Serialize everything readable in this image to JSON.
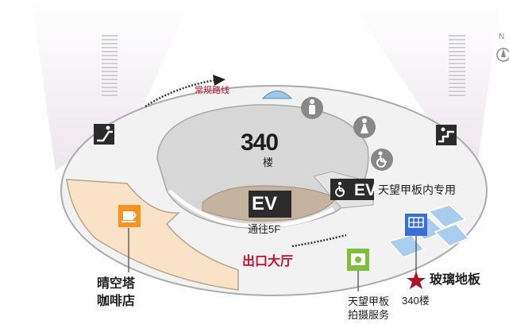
{
  "floor": {
    "number": "340",
    "unit": "楼"
  },
  "route": {
    "label": "常规路线"
  },
  "elevator": {
    "label": "EV",
    "destination": "通往5F"
  },
  "exit": {
    "label": "出口大厅"
  },
  "cafe": {
    "label": "晴空塔咖啡店"
  },
  "private_elevator": {
    "tag": "EV",
    "label": "天望甲板内专用"
  },
  "glass_floor": {
    "label": "玻璃地板",
    "floor": "340楼"
  },
  "photo_service": {
    "label": "天望甲板拍摄服务"
  },
  "compass": {
    "label": "N"
  },
  "icons": [
    "escalator-icon",
    "stairs-icon",
    "male-restroom-icon",
    "female-restroom-icon",
    "wheelchair-icon",
    "cafe-cup-icon",
    "camera-icon",
    "glass-floor-icon",
    "star-icon",
    "arrow-icon",
    "compass-icon"
  ],
  "colors": {
    "accent": "#c8102e",
    "cafe": "#f7931e",
    "camera": "#7bbf3a",
    "glass": "#3a6fd8",
    "ev": "#2b2b2b",
    "center": "#d7d7d7",
    "floor_area": "#f2f2f2",
    "cafe_area": "#f9e2c6"
  }
}
